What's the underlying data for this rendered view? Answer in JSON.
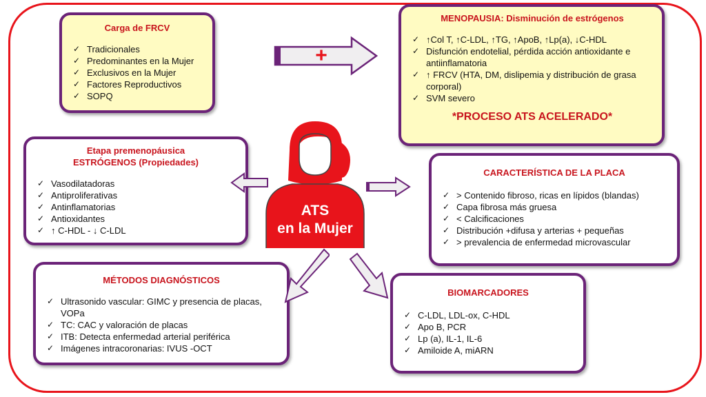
{
  "center": {
    "line1": "ATS",
    "line2": "en la Mujer"
  },
  "arrow_plus_symbol": "+",
  "boxes": {
    "carga": {
      "title": "Carga de FRCV",
      "items": [
        "Tradicionales",
        "Predominantes en la Mujer",
        "Exclusivos en la Mujer",
        "Factores Reproductivos",
        "SOPQ"
      ]
    },
    "menopausia": {
      "title": "MENOPAUSIA: Disminución de estrógenos",
      "items": [
        "↑Col T, ↑C-LDL, ↑TG, ↑ApoB, ↑Lp(a), ↓C-HDL",
        "Disfunción endotelial, pérdida acción antioxidante e antiinflamatoria",
        " ↑ FRCV (HTA, DM, dislipemia y distribución de grasa corporal)",
        "SVM severo"
      ],
      "footer": "*PROCESO ATS ACELERADO*"
    },
    "premenopausica": {
      "title1": "Etapa premenopáusica",
      "title2": "ESTRÓGENOS (Propiedades)",
      "items": [
        "Vasodilatadoras",
        "Antiproliferativas",
        "Antinflamatorias",
        "Antioxidantes",
        "↑ C-HDL -  ↓ C-LDL"
      ]
    },
    "placa": {
      "title": "CARACTERÍSTICA DE LA PLACA",
      "items": [
        "> Contenido fibroso, ricas en lípidos (blandas)",
        "Capa fibrosa más gruesa",
        "< Calcificaciones",
        "Distribución +difusa y arterias + pequeñas",
        "> prevalencia de enfermedad microvascular"
      ]
    },
    "metodos": {
      "title": "MÉTODOS DIAGNÓSTICOS",
      "items": [
        "Ultrasonido vascular: GIMC y presencia de placas, VOPa",
        "TC: CAC y valoración de placas",
        "ITB: Detecta enfermedad arterial periférica",
        "Imágenes intracoronarias: IVUS  -OCT"
      ]
    },
    "biomarcadores": {
      "title": "BIOMARCADORES",
      "items": [
        "C-LDL, LDL-ox, C-HDL",
        "Apo B, PCR",
        "Lp (a), IL-1, IL-6",
        "Amiloide A,  miARN"
      ]
    }
  },
  "colors": {
    "frame": "#e8141b",
    "box_border": "#6b2378",
    "title_red": "#c8141d",
    "yellow_fill": "#fffbc2",
    "person_red": "#e8141b",
    "arrow_fill": "#f0eef0"
  },
  "icons": [
    "check-icon",
    "woman-avatar-icon",
    "arrow-icon"
  ]
}
